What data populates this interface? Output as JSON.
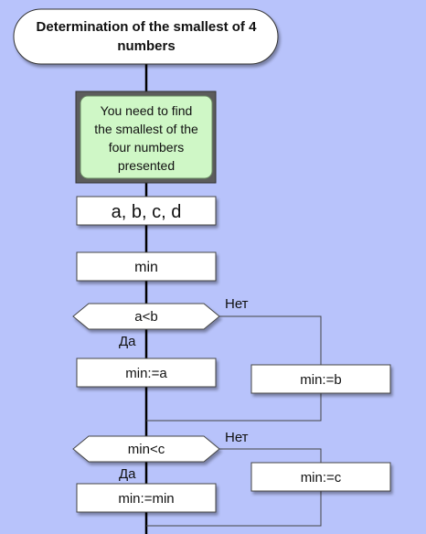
{
  "title": {
    "line1": "Determination of the smallest of 4",
    "line2": "numbers"
  },
  "comment": {
    "lines": [
      "You need to find",
      "the smallest of the",
      "four numbers",
      "presented"
    ]
  },
  "input_block": "a, b, c, d",
  "init_block": "min",
  "decision1": {
    "condition": "a<b",
    "yes_label": "Да",
    "no_label": "Нет",
    "yes_action": "min:=a",
    "no_action": "min:=b"
  },
  "decision2": {
    "condition": "min<c",
    "yes_label": "Да",
    "no_label": "Нет",
    "yes_action": "min:=min",
    "no_action": "min:=c"
  },
  "colors": {
    "background": "#b8c3fb",
    "comment_fill": "#cff7c6",
    "comment_frame": "#5c5c5c",
    "block_fill": "#ffffff"
  }
}
